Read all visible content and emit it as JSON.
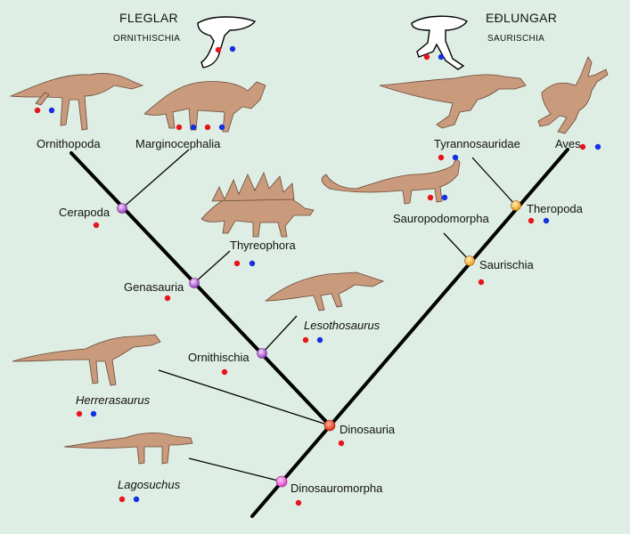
{
  "headers": {
    "left_title": "FLEGLAR",
    "left_subtitle": "ORNITHISCHIA",
    "right_title": "EÐLUNGAR",
    "right_subtitle": "SAURISCHIA"
  },
  "nodes": {
    "cerapoda": "Cerapoda",
    "genasauria": "Genasauria",
    "ornithischia": "Ornithischia",
    "dinosauria": "Dinosauria",
    "dinosauromorpha": "Dinosauromorpha",
    "saurischia": "Saurischia",
    "theropoda": "Theropoda"
  },
  "taxa": {
    "ornithopoda": "Ornithopoda",
    "marginocephalia": "Marginocephalia",
    "thyreophora": "Thyreophora",
    "lesothosaurus": "Lesothosaurus",
    "herrerasaurus": "Herrerasaurus",
    "lagosuchus": "Lagosuchus",
    "sauropodomorpha": "Sauropodomorpha",
    "tyrannosauridae": "Tyrannosauridae",
    "aves": "Aves"
  },
  "colors": {
    "background": "#dfeee4",
    "branch": "#000000",
    "node_ornithischian": "#b455d0",
    "node_saurischian": "#f5a623",
    "node_dinosauria": "#e8402a",
    "node_dinosauromorpha": "#e85bd3",
    "dot_red": "#e8141c",
    "dot_blue": "#1530e0",
    "skeleton": "#b8866a"
  }
}
